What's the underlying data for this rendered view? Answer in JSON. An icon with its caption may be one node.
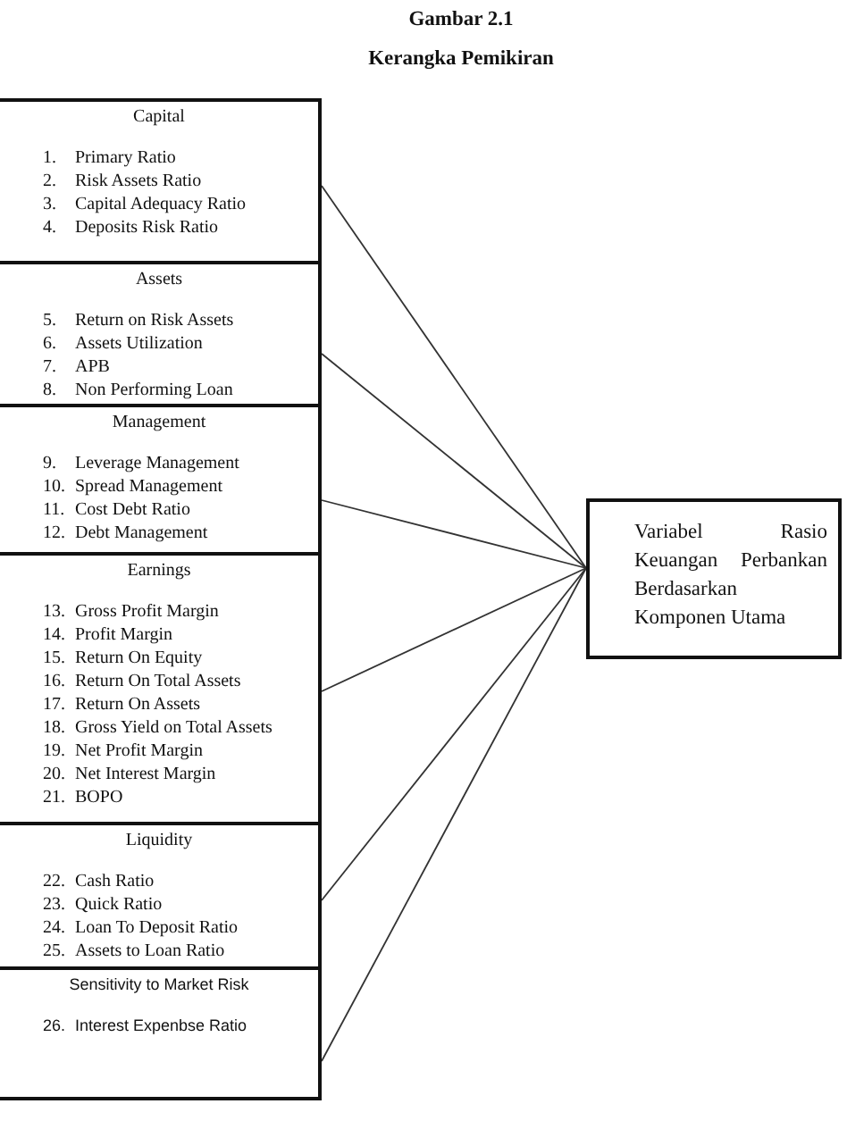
{
  "diagram": {
    "title": "Gambar 2.1",
    "caption": "Kerangka Pemikiran",
    "nodes": [
      {
        "text": [
          "Capital",
          "1. Primary Ratio",
          "2. Risk Assets Ratio",
          "3. Capital Adequacy Ratio",
          "4. Deposits Risk Ratio"
        ]
      },
      {
        "text": [
          "Assets",
          "5. Return on Risk Assets",
          "6. Assets Utilization",
          "7. APB",
          "8. Non Performing Loan"
        ]
      },
      {
        "text": [
          "Management",
          "9. Leverage Management",
          "10. Spread Management",
          "11. Cost Debt Ratio",
          "12. Debt Management"
        ]
      },
      {
        "text": [
          "Earnings",
          "13. Gross Profit Margin",
          "14. Profit Margin",
          "15. Return On Equity",
          "16. Return On Total Assets",
          "17. Return On Assets",
          "18. Gross Yield on Total Assets",
          "19. Net Profit Margin",
          "20. Net Interest Margin",
          "21. BOPO"
        ]
      },
      {
        "text": [
          "Liquidity",
          "22. Cash Ratio",
          "23. Quick Ratio",
          "24. Loan To Deposit Ratio",
          "25. Assets to Loan Ratio"
        ]
      },
      {
        "text": [
          "Sensitivity to Market Risk",
          "26. Interest Expenbse Ratio"
        ]
      },
      {
        "text": [
          "Variabel Rasio Keuangan Perbankan Berdasarkan Komponen Utama"
        ]
      }
    ],
    "edges": [
      {
        "from": 0,
        "to": 6,
        "arrow": "none"
      },
      {
        "from": 1,
        "to": 6,
        "arrow": "none"
      },
      {
        "from": 2,
        "to": 6,
        "arrow": "none"
      },
      {
        "from": 3,
        "to": 6,
        "arrow": "none"
      },
      {
        "from": 4,
        "to": 6,
        "arrow": "none"
      },
      {
        "from": 5,
        "to": 6,
        "arrow": "none"
      }
    ]
  }
}
